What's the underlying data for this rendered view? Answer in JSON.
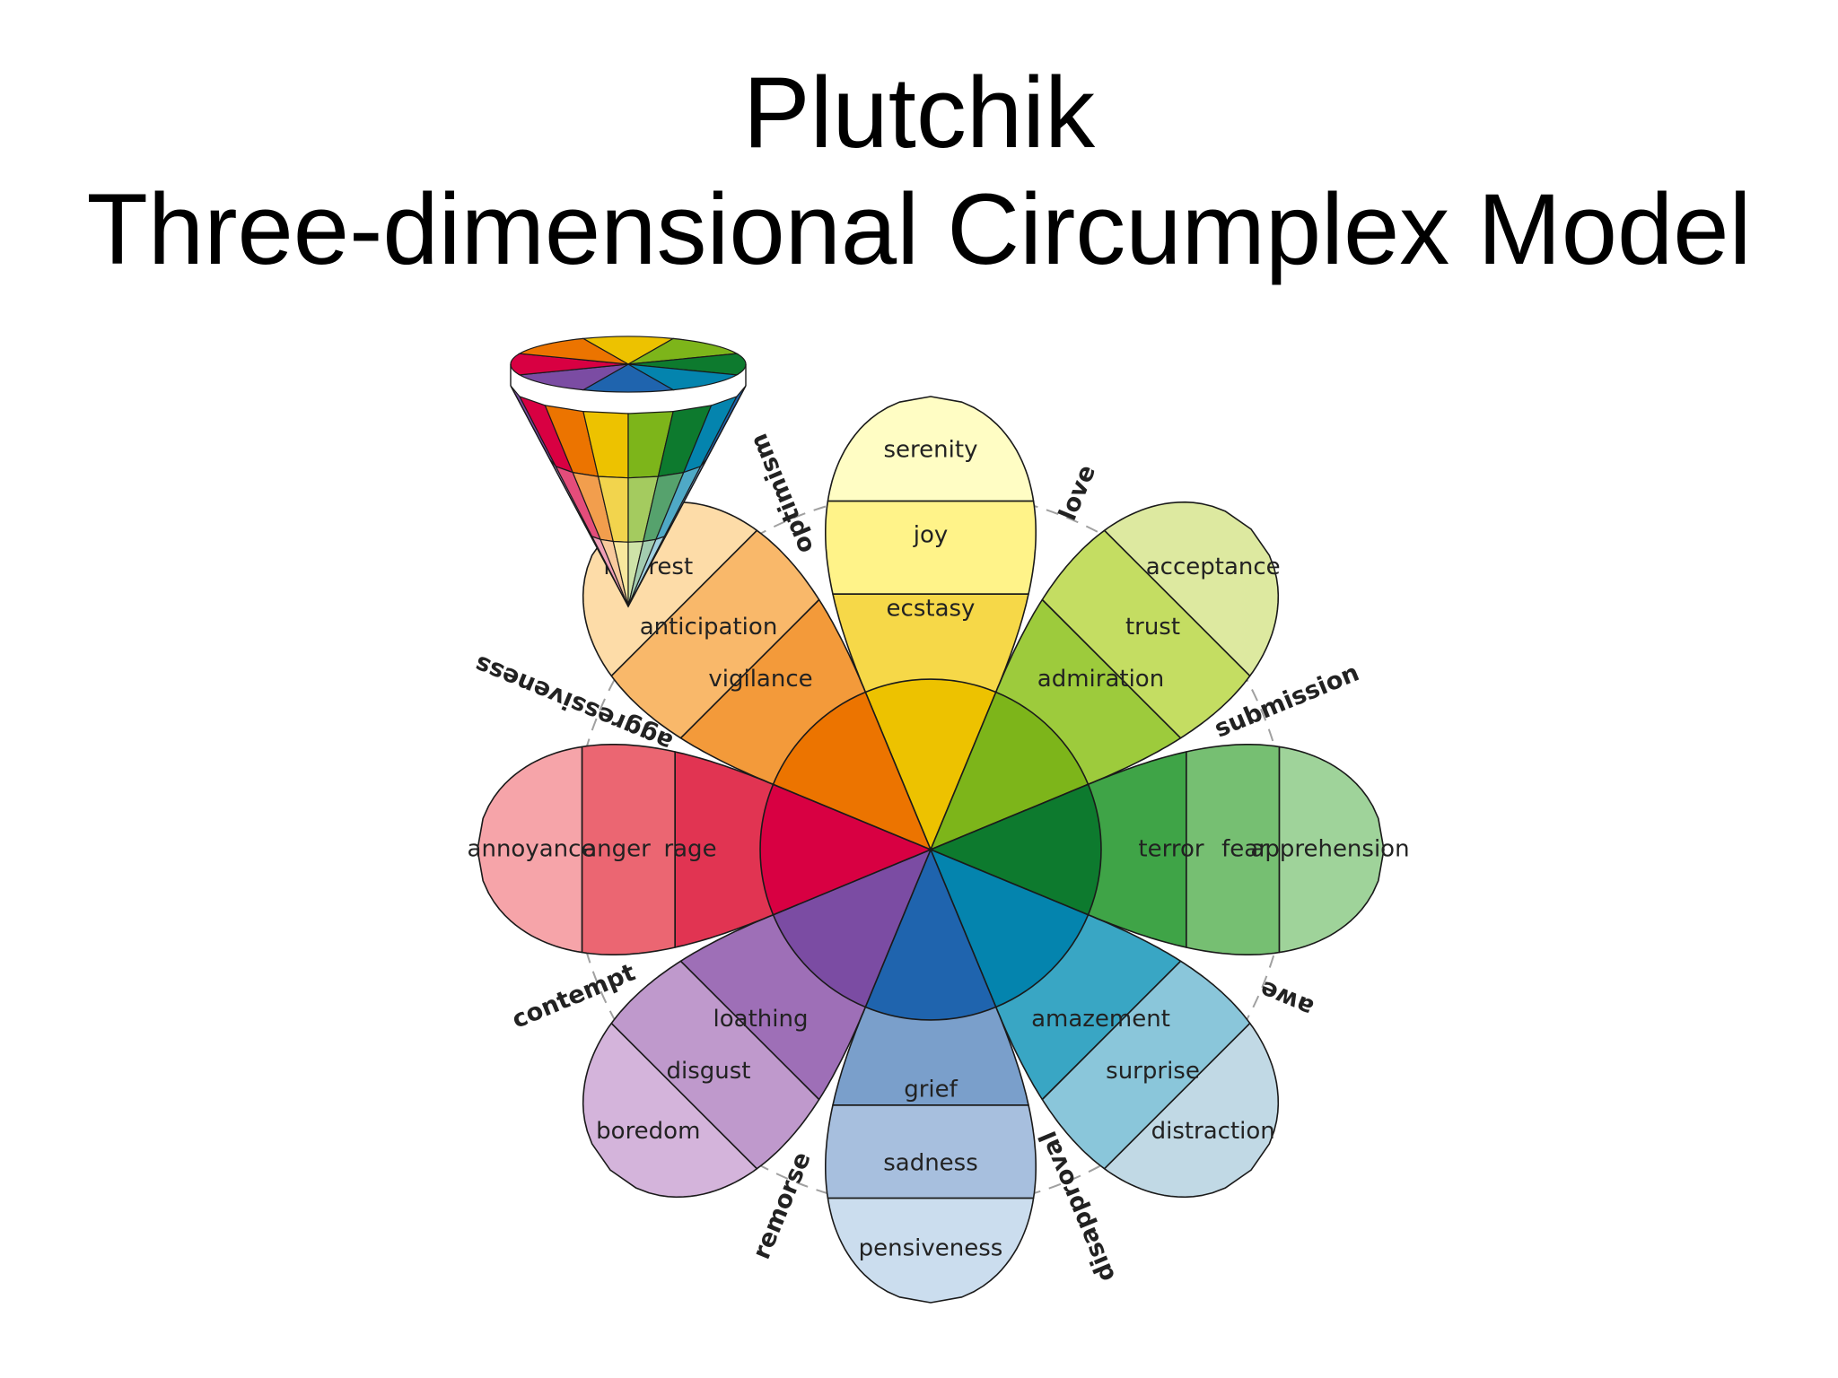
{
  "title": {
    "line1": "Plutchik",
    "line2": "Three-dimensional Circumplex Model"
  },
  "wheel": {
    "petals": [
      {
        "id": "joy",
        "labels": [
          "serenity",
          "joy",
          "ecstasy"
        ],
        "colors": [
          "#FFFDC4",
          "#FFF389",
          "#F6D848",
          "#EDC200"
        ]
      },
      {
        "id": "trust",
        "labels": [
          "acceptance",
          "trust",
          "admiration"
        ],
        "colors": [
          "#DDE9A0",
          "#C4DD62",
          "#9DCB3C",
          "#7DB51A"
        ]
      },
      {
        "id": "fear",
        "labels": [
          "apprehension",
          "fear",
          "terror"
        ],
        "colors": [
          "#9FD39A",
          "#76BF72",
          "#3FA447",
          "#0D7A2E"
        ]
      },
      {
        "id": "surprise",
        "labels": [
          "distraction",
          "surprise",
          "amazement"
        ],
        "colors": [
          "#C1D9E5",
          "#8AC6DA",
          "#39A6C4",
          "#0484AE"
        ]
      },
      {
        "id": "sadness",
        "labels": [
          "pensiveness",
          "sadness",
          "grief"
        ],
        "colors": [
          "#CBDDEE",
          "#A7BFDE",
          "#7A9FCB",
          "#1F64AE"
        ]
      },
      {
        "id": "disgust",
        "labels": [
          "boredom",
          "disgust",
          "loathing"
        ],
        "colors": [
          "#D4B4DB",
          "#BF99CC",
          "#9E6FB7",
          "#7B4CA3"
        ]
      },
      {
        "id": "anger",
        "labels": [
          "annoyance",
          "anger",
          "rage"
        ],
        "colors": [
          "#F6A4A9",
          "#EB6672",
          "#E13452",
          "#D80042"
        ]
      },
      {
        "id": "anticipation",
        "labels": [
          "interest",
          "anticipation",
          "vigilance"
        ],
        "colors": [
          "#FDDCA8",
          "#F9B86A",
          "#F39A3A",
          "#EC7400"
        ]
      }
    ],
    "dyads": [
      "love",
      "submission",
      "awe",
      "disapproval",
      "remorse",
      "contempt",
      "aggressiveness",
      "optimism"
    ]
  },
  "cone": {
    "segment_colors": [
      "#EDC200",
      "#7DB51A",
      "#0D7A2E",
      "#0484AE",
      "#1F64AE",
      "#7B4CA3",
      "#D80042",
      "#EC7400"
    ]
  }
}
